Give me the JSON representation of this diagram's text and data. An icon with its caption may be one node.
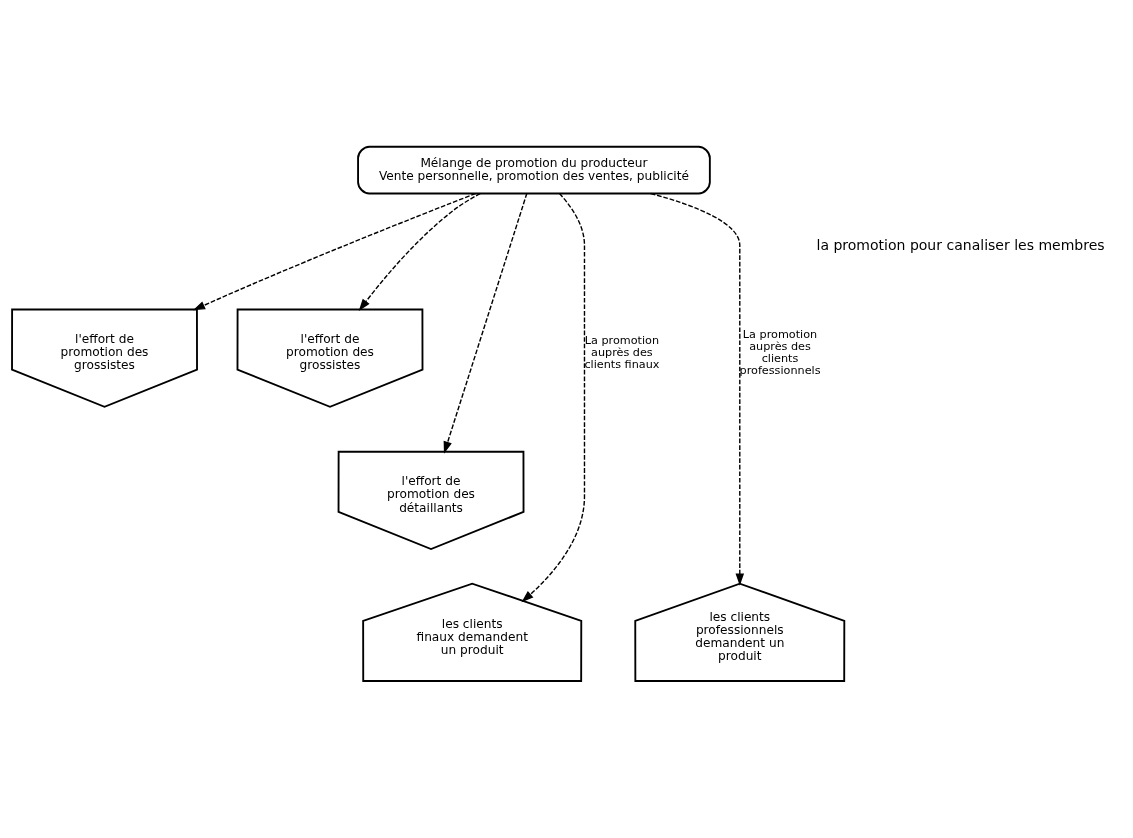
{
  "diagram": {
    "nodes": [
      {
        "text": [
          "Mélange de promotion du producteur",
          "Vente personnelle, promotion des ventes, publicité"
        ]
      },
      {
        "text": [
          "l'effort de promotion des grossistes"
        ]
      },
      {
        "text": [
          "l'effort de promotion des grossistes"
        ]
      },
      {
        "text": [
          "l'effort de promotion des détaillants"
        ]
      },
      {
        "text": [
          "les clients professionnels demandent un produit"
        ]
      },
      {
        "text": [
          "les clients finaux demandent un produit"
        ]
      }
    ],
    "edges": [
      {
        "from": 0,
        "to": 4,
        "arrow": "to",
        "style": "dashed",
        "label": "La promotion auprès des clients professionnels"
      },
      {
        "from": 0,
        "to": 1,
        "arrow": "to",
        "style": "dashed"
      },
      {
        "from": 0,
        "to": 3,
        "arrow": "to",
        "style": "dashed"
      },
      {
        "from": 0,
        "to": 2,
        "arrow": "to",
        "style": "dashed"
      },
      {
        "from": 0,
        "to": 5,
        "arrow": "to",
        "style": "dashed",
        "label": "La promotion auprès des clients finaux"
      }
    ],
    "labels": [
      "la promotion pour canaliser les membres"
    ]
  }
}
